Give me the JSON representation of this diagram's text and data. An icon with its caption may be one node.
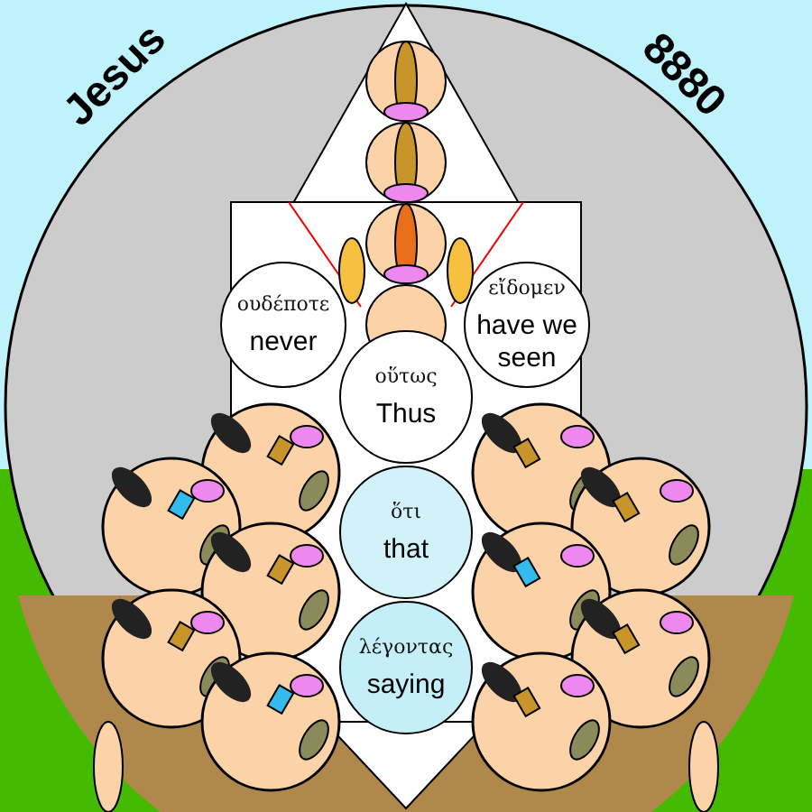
{
  "diagram": {
    "nodes": [
      {
        "text": [
          "ουδέποτε",
          "never"
        ]
      },
      {
        "text": [
          "εἴδομεν",
          "have we seen"
        ]
      },
      {
        "text": [
          "οὕτως",
          "Thus"
        ]
      },
      {
        "text": [
          "ὅτι",
          "that"
        ]
      },
      {
        "text": [
          "λέγοντας",
          "saying"
        ]
      }
    ],
    "labels": [
      "Jesus",
      "8880"
    ]
  }
}
